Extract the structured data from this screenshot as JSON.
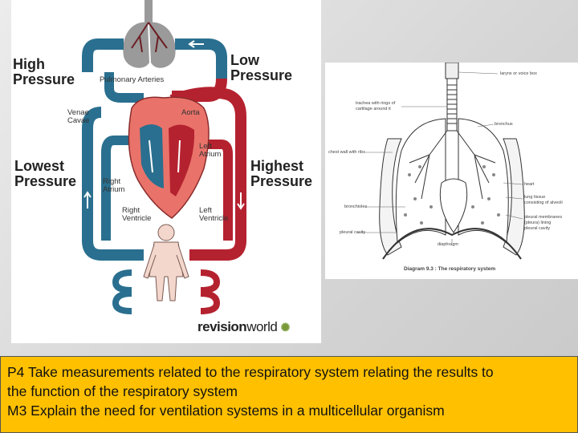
{
  "circulation": {
    "high_pressure": [
      "High",
      "Pressure"
    ],
    "low_pressure": [
      "Low",
      "Pressure"
    ],
    "lowest_pressure": [
      "Lowest",
      "Pressure"
    ],
    "highest_pressure": [
      "Highest",
      "Pressure"
    ],
    "pulmonary_arteries": "Pulmonary Arteries",
    "venae_cavae": [
      "Venae",
      "Cavae"
    ],
    "aorta": "Aorta",
    "left_atrium": [
      "Left",
      "Atrium"
    ],
    "right_atrium": [
      "Right",
      "Atrium"
    ],
    "right_ventricle": [
      "Right",
      "Ventricle"
    ],
    "left_ventricle": [
      "Left",
      "Ventricle"
    ],
    "brand_bold": "revision",
    "brand_light": "world",
    "colors": {
      "oxygenated": "#b5222f",
      "deoxygenated": "#2a6f8f",
      "heart": "#e9736a",
      "lungs": "#9a9a9a"
    }
  },
  "respiratory": {
    "labels": {
      "larynx": "larynx or voice box",
      "trachea": [
        "trachea with rings of",
        "cartilage around it"
      ],
      "bronchus": "bronchus",
      "chest_wall": "chest wall with ribs",
      "heart": "heart",
      "lung_tissue": [
        "lung tissue",
        "consisting of alveoli"
      ],
      "bronchioles": "bronchioles",
      "pleural_membranes": [
        "pleural membranes",
        "(pleura) lining",
        "pleural cavity"
      ],
      "pleural_cavity": "pleural cavity",
      "diaphragm": "diaphragm"
    },
    "caption": "Diagram 9.3 : The respiratory system"
  },
  "footer": {
    "line1": "P4 Take measurements related to the respiratory system relating the results to",
    "line2": "the function of the respiratory system",
    "line3": "M3 Explain the need for ventilation systems in a multicellular organism"
  }
}
